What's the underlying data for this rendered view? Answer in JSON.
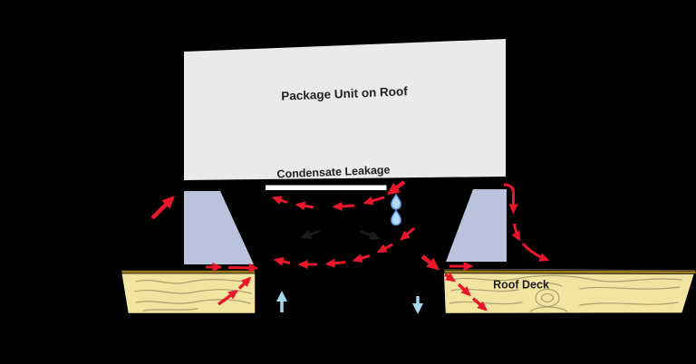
{
  "diagram": {
    "labels": {
      "package_unit": "Package Unit on Roof",
      "condensate_leakage": "Condensate Leakage",
      "roof_deck": "Roof Deck"
    },
    "colors": {
      "background": "#000000",
      "unit_fill": "#e9eaea",
      "unit_text": "#231f20",
      "curb_fill": "#b9c3dc",
      "deck_fill": "#f2e4a1",
      "deck_band": "#9a7c1e",
      "wood_grain": "#aea26e",
      "arrow_red": "#e8172b",
      "arrow_black": "#1a1a1a",
      "arrow_blue": "#a5d7ef",
      "droplet_fill": "#b5d9f4",
      "droplet_stroke": "#5c8fd6",
      "pan_fill": "#ffffff",
      "outline": "#000000"
    },
    "icons": {
      "red_arrow": "air-leakage-arrow",
      "black_arrow": "recirculation-arrow",
      "blue_arrow": "vertical-airflow-arrow",
      "droplet": "water-droplet"
    }
  }
}
